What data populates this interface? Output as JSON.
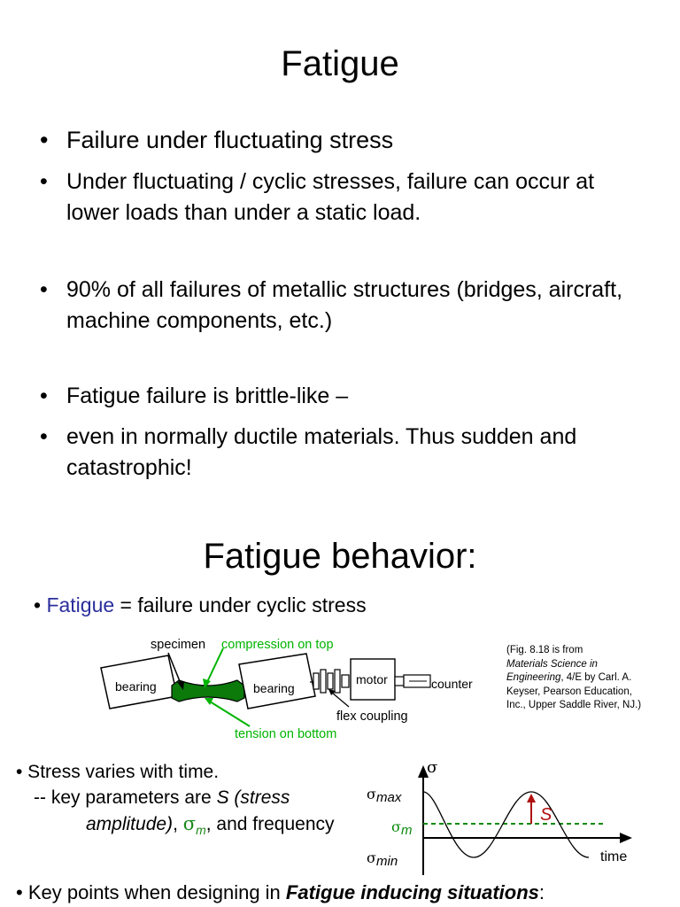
{
  "slide1": {
    "title": "Fatigue",
    "bullets": [
      "Failure under fluctuating stress",
      "Under fluctuating / cyclic stresses, failure can occur at lower loads than under a static load.",
      "90% of all failures of metallic structures (bridges, aircraft, machine components, etc.)",
      "Fatigue failure is brittle-like –",
      "even in normally ductile materials.  Thus sudden and catastrophic!"
    ]
  },
  "slide2": {
    "title": "Fatigue behavior:",
    "def_term": "Fatigue",
    "def_rest": " = failure under cyclic stress",
    "diagram": {
      "specimen": "specimen",
      "compression": "compression on top",
      "tension": "tension on bottom",
      "bearing_left": "bearing",
      "bearing_right": "bearing",
      "motor": "motor",
      "counter": "counter",
      "flex_coupling": "flex coupling"
    },
    "caption_prefix": "(Fig. 8.18 is from",
    "caption_book": "Materials Science in Engineering",
    "caption_rest": ", 4/E by Carl. A. Keyser, Pearson Education, Inc., Upper Saddle River, NJ.)",
    "stress_line1": "• Stress varies with time.",
    "stress_line2_a": "-- key parameters are ",
    "stress_line2_b": "S (stress",
    "stress_line3_a": "amplitude)",
    "stress_line3_b": ", ",
    "stress_line3_sig": "σ",
    "stress_line3_sub": "m",
    "stress_line3_c": ", and frequency",
    "plot": {
      "axis_sigma": "σ",
      "sigma_max": "max",
      "sigma_m": "m",
      "sigma_min": "min",
      "s_label": "S",
      "time": "time"
    },
    "key_points_a": "• Key points when designing in ",
    "key_points_b": "Fatigue inducing situations",
    "key_points_c": ":"
  },
  "colors": {
    "accent_blue": "#2b2f9c",
    "diagram_green": "#00b400",
    "specimen_green": "#0b7a0b",
    "amplitude_red": "#b01010"
  }
}
